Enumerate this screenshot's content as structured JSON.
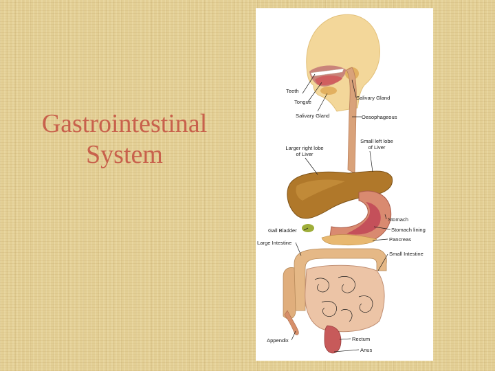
{
  "slide": {
    "title_line1": "Gastrointestinal",
    "title_line2": "System"
  },
  "diagram": {
    "labels": {
      "teeth": "Teeth",
      "tongue": "Tongue",
      "salivary_gland_left": "Salivary Gland",
      "salivary_gland_right": "Salivary Gland",
      "oesophageous": "Oesophageous",
      "larger_right_lobe_line1": "Larger right lobe",
      "larger_right_lobe_line2": "of Liver",
      "small_left_lobe_line1": "Small left lobe",
      "small_left_lobe_line2": "of Liver",
      "stomach": "Stomach",
      "stomach_lining": "Stomach lining",
      "gall_bladder": "Gall Bladder",
      "pancreas": "Pancreas",
      "large_intestine": "Large Intestine",
      "small_intestine": "Small Intestine",
      "appendix": "Appendix",
      "rectum": "Rectum",
      "anus": "Anus"
    },
    "colors": {
      "head": "#f3d79a",
      "liver": "#b0782a",
      "stomach": "#d98a70",
      "stomach_lining": "#c4505a",
      "intestine": "#ecc4a6",
      "colon": "#e5b886",
      "oesophagus": "#d9a27a",
      "gall_bladder": "#9fae3a"
    }
  }
}
